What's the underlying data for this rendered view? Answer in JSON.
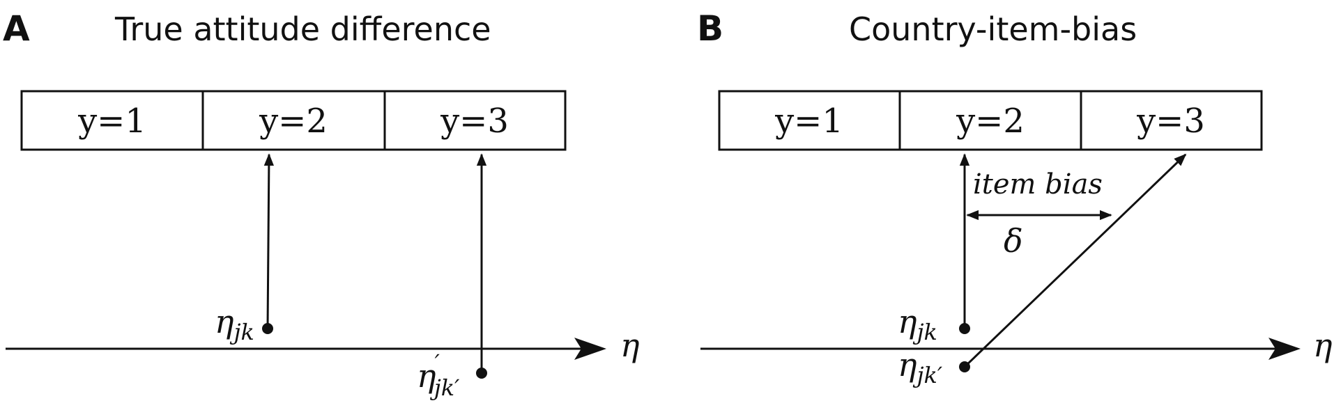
{
  "panels": [
    {
      "letter": "A",
      "title": "True attitude difference",
      "categories": [
        "y=1",
        "y=2",
        "y=3"
      ],
      "axis_label": "η",
      "point_upper": {
        "base": "η",
        "sub": "jk",
        "sup": ""
      },
      "point_lower": {
        "base": "η",
        "sub": "jk′",
        "sup": "′"
      }
    },
    {
      "letter": "B",
      "title": "Country-item-bias",
      "categories": [
        "y=1",
        "y=2",
        "y=3"
      ],
      "axis_label": "η",
      "point_upper": {
        "base": "η",
        "sub": "jk",
        "sup": ""
      },
      "point_lower": {
        "base": "η",
        "sub": "jk′",
        "sup": ""
      },
      "bias_label": "item bias",
      "delta_label": "δ"
    }
  ]
}
